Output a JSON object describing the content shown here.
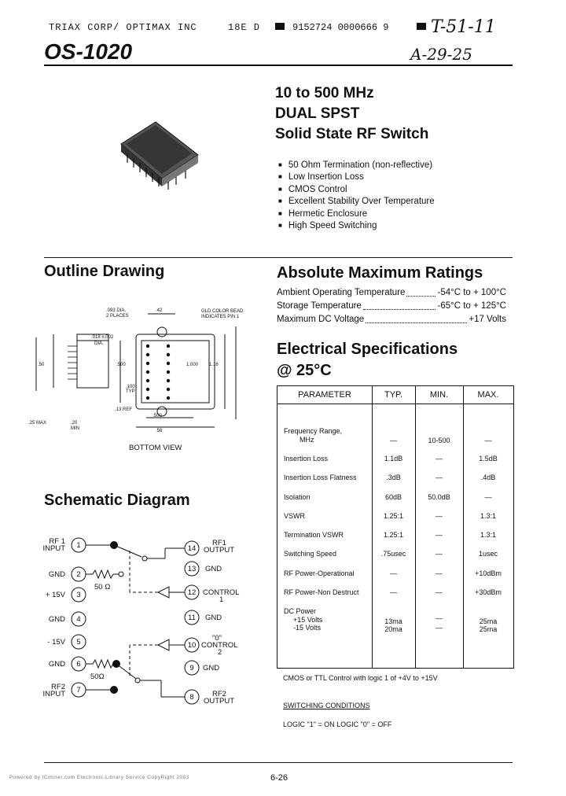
{
  "header": {
    "company": "TRIAX CORP/ OPTIMAX INC",
    "code": "18E D",
    "number": "9152724 0000666 9",
    "handwritten_1": "T-51-11",
    "handwritten_2": "A-29-25"
  },
  "part_number": "OS-1020",
  "product": {
    "title_lines": [
      "10 to 500 MHz",
      "DUAL SPST",
      "Solid State RF Switch"
    ],
    "features": [
      "50 Ohm Termination (non-reflective)",
      "Low Insertion Loss",
      "CMOS Control",
      "Excellent Stability Over Temperature",
      "Hermetic Enclosure",
      "High Speed Switching"
    ]
  },
  "outline": {
    "heading": "Outline Drawing",
    "bottom_view": "BOTTOM VIEW",
    "dims": {
      "d093": ".093 DIA.",
      "places": "2 PLACES",
      "d42": ".42",
      "color_bead": "GLD COLOR BEAD",
      "indicates": "INDICATES PIN 1",
      "d018": ".018 ±.002",
      "dia": "DIA.",
      "d50": ".50",
      "d500": ".500",
      "d1000": "1.000",
      "d116": "1.16",
      "d100": ".100",
      "typ": "TYP",
      "d13": ".13 REF",
      "d500b": ".500",
      "d56": ".56",
      "d25": ".25 MAX",
      "d20": ".20",
      "min": "MIN"
    }
  },
  "ratings": {
    "heading": "Absolute Maximum Ratings",
    "rows": [
      {
        "label": "Ambient Operating Temperature",
        "value": "-54°C to + 100°C"
      },
      {
        "label": "Storage Temperature",
        "value": "-65°C to + 125°C"
      },
      {
        "label": "Maximum DC Voltage",
        "value": "+17 Volts"
      }
    ]
  },
  "electrical": {
    "heading_1": "Electrical Specifications",
    "heading_2": "@ 25°C",
    "columns": [
      "PARAMETER",
      "TYP.",
      "MIN.",
      "MAX."
    ],
    "rows": [
      {
        "param": "Frequency Range,",
        "param2": "MHz",
        "typ": "—",
        "min": "10-500",
        "max": "—"
      },
      {
        "param": "Insertion Loss",
        "typ": "1.1dB",
        "min": "—",
        "max": "1.5dB"
      },
      {
        "param": "Insertion Loss Flatness",
        "typ": ".3dB",
        "min": "—",
        "max": ".4dB"
      },
      {
        "param": "Isolation",
        "typ": "60dB",
        "min": "50.0dB",
        "max": "—"
      },
      {
        "param": "VSWR",
        "typ": "1.25:1",
        "min": "—",
        "max": "1.3:1"
      },
      {
        "param": "Termination VSWR",
        "typ": "1.25:1",
        "min": "—",
        "max": "1.3:1"
      },
      {
        "param": "Switching Speed",
        "typ": ".75usec",
        "min": "—",
        "max": "1usec"
      },
      {
        "param": "RF Power-Operational",
        "typ": "—",
        "min": "—",
        "max": "+10dBm"
      },
      {
        "param": "RF Power-Non Destruct",
        "typ": "—",
        "min": "—",
        "max": "+30dBm"
      },
      {
        "param": "DC Power",
        "param2": "+15 Volts",
        "param3": "-15 Volts",
        "typ": "13ma",
        "typ2": "20ma",
        "min": "—",
        "min2": "—",
        "max": "25ma",
        "max2": "25ma"
      }
    ]
  },
  "notes": {
    "cmos": "CMOS or TTL Control with logic 1 of +4V to +15V",
    "switching_heading": "SWITCHING CONDITIONS",
    "logic": "LOGIC \"1\" = ON  LOGIC \"0\" = OFF"
  },
  "schematic": {
    "heading": "Schematic Diagram",
    "left_pins": [
      {
        "num": "1",
        "label1": "RF 1",
        "label2": "INPUT"
      },
      {
        "num": "2",
        "label1": "GND"
      },
      {
        "num": "3",
        "label1": "+ 15V"
      },
      {
        "num": "4",
        "label1": "GND"
      },
      {
        "num": "5",
        "label1": "- 15V"
      },
      {
        "num": "6",
        "label1": "GND"
      },
      {
        "num": "7",
        "label1": "RF2",
        "label2": "INPUT"
      }
    ],
    "right_pins": [
      {
        "num": "14",
        "label1": "RF1",
        "label2": "OUTPUT"
      },
      {
        "num": "13",
        "label1": "GND"
      },
      {
        "num": "12",
        "label1": "CONTROL",
        "label2": "1"
      },
      {
        "num": "11",
        "label1": "GND"
      },
      {
        "num": "10",
        "label1": "\"0\"",
        "label2": "CONTROL",
        "label3": "2"
      },
      {
        "num": "9",
        "label1": "GND"
      },
      {
        "num": "8",
        "label1": "RF2",
        "label2": "OUTPUT"
      }
    ],
    "res1": "50 Ω",
    "res2": "50Ω"
  },
  "footer": {
    "page": "6-26",
    "scan_note": "Powered by ICminer.com Electronic-Library Service CopyRight 2003"
  }
}
